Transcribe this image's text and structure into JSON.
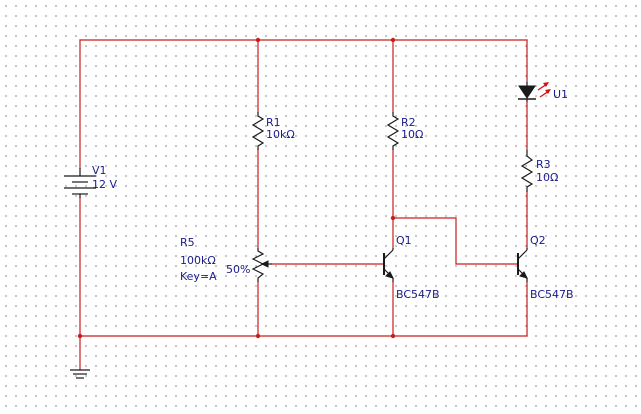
{
  "components": {
    "V1": {
      "ref": "V1",
      "value": "12 V"
    },
    "R1": {
      "ref": "R1",
      "value": "10kΩ"
    },
    "R2": {
      "ref": "R2",
      "value": "10Ω"
    },
    "R3": {
      "ref": "R3",
      "value": "10Ω"
    },
    "R5": {
      "ref": "R5",
      "value": "100kΩ",
      "key": "Key=A",
      "setting": "50%"
    },
    "Q1": {
      "ref": "Q1",
      "model": "BC547B"
    },
    "Q2": {
      "ref": "Q2",
      "model": "BC547B"
    },
    "U1": {
      "ref": "U1"
    }
  },
  "colors": {
    "wire": "#c81e1e",
    "component": "#1a1a1a",
    "label": "#1b1b8a",
    "led_rays": "#d01010",
    "grid_dots": "#2b2b2b"
  },
  "icon_names": {
    "battery": "battery-icon",
    "resistor": "resistor-icon",
    "potentiometer": "potentiometer-icon",
    "npn_transistor": "npn-transistor-icon",
    "led": "led-icon",
    "ground": "ground-icon"
  }
}
